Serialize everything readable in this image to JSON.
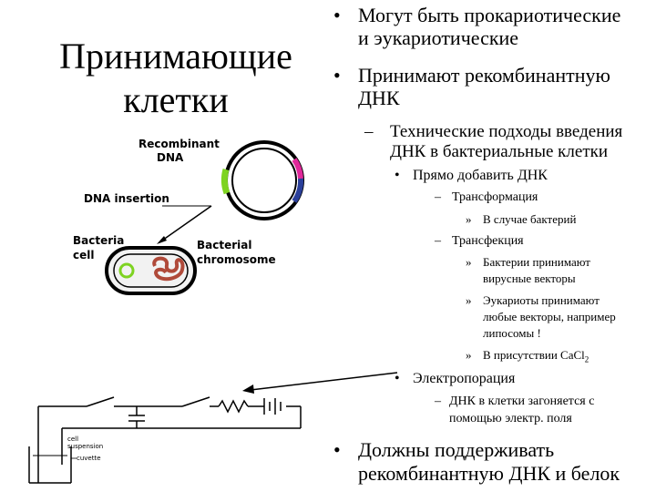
{
  "slide": {
    "title_line1": "Принимающие",
    "title_line2": "клетки",
    "bullets": {
      "b1_line1": "Могут быть прокариотические",
      "b1_line2": "и эукариотические",
      "b2_line1": "Принимают рекомбинантную",
      "b2_line2": "ДНК",
      "sub1_line1": "Технические подходы введения",
      "sub1_line2": "ДНК в бактериальные клетки",
      "s_direct": "Прямо добавить ДНК",
      "s_transformation": "Трансформация",
      "s_bacteria_case": "В случае бактерий",
      "s_transfection": "Трансфекция",
      "s_bact_accept_1": "Бактерии принимают",
      "s_bact_accept_2": "вирусные векторы",
      "s_euk_1": "Эукариоты принимают",
      "s_euk_2": "любые векторы, например",
      "s_euk_3": "липосомы !",
      "s_cacl_prefix": "В присутствии CaCl",
      "s_cacl_sub": "2",
      "s_electro": "Электропорация",
      "s_electro_d1": "ДНК в клетки загоняется с",
      "s_electro_d2": "помощью электр. поля",
      "b3_line1": "Должны поддерживать",
      "b3_line2": "рекомбинантную ДНК и белок"
    },
    "markers": {
      "bullet": "•",
      "dash": "–",
      "raquo": "»"
    }
  },
  "figure": {
    "recombinant_label_1": "Recombinant",
    "recombinant_label_2": "DNA",
    "dna_insertion_label": "DNA insertion",
    "bacteria_label_1": "Bacteria",
    "bacteria_label_2": "cell",
    "chromosome_label_1": "Bacterial",
    "chromosome_label_2": "chromosome",
    "cell_suspension_1": "cell",
    "cell_suspension_2": "suspension",
    "cuvette_label": "cuvette"
  }
}
